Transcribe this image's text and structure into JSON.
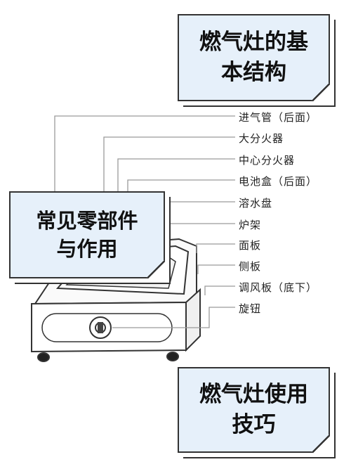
{
  "notes": {
    "structure": {
      "line1": "燃气灶的基",
      "line2": "本结构"
    },
    "parts": {
      "line1": "常见零部件",
      "line2": "与作用"
    },
    "tips": {
      "line1": "燃气灶使用",
      "line2": "技巧"
    }
  },
  "parts": [
    "进气管（后面）",
    "大分火器",
    "中心分火器",
    "电池盒（后面）",
    "溶水盘",
    "炉架",
    "面板",
    "侧板",
    "调风板（底下）",
    "旋钮"
  ],
  "colors": {
    "note_bg": "#e6f0fa",
    "line": "#999999",
    "border": "#333333"
  }
}
